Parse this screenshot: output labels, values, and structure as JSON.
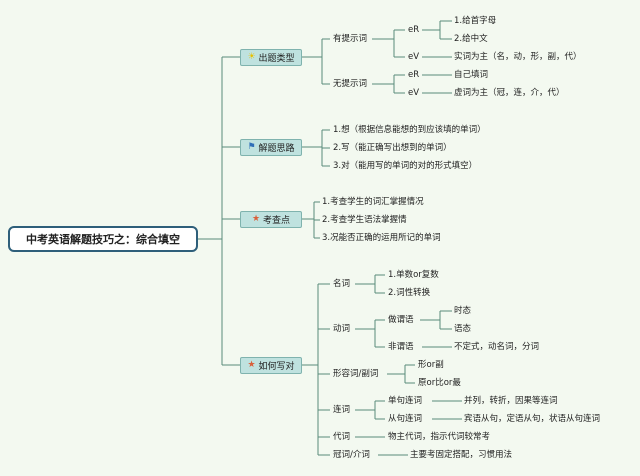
{
  "root": "中考英语解题技巧之：综合填空",
  "icons": {
    "c1": "sun-icon",
    "c2": "flag-icon",
    "c3": "star-icon",
    "c4": "star-icon"
  },
  "colors": {
    "line": "#5a8c7a",
    "cat_fill": "#bfe2df",
    "root_border": "#2e5f7a"
  },
  "categories": [
    {
      "label": "出题类型",
      "children": [
        {
          "label": "有提示词",
          "children": [
            {
              "label": "eR",
              "children": [
                {
                  "label": "1.给首字母"
                },
                {
                  "label": "2.给中文"
                }
              ]
            },
            {
              "label": "eV",
              "children": [
                {
                  "label": "实词为主（名，动，形，副，代）"
                }
              ]
            }
          ]
        },
        {
          "label": "无提示词",
          "children": [
            {
              "label": "eR",
              "children": [
                {
                  "label": "自己填词"
                }
              ]
            },
            {
              "label": "eV",
              "children": [
                {
                  "label": "虚词为主（冠，连，介，代）"
                }
              ]
            }
          ]
        }
      ]
    },
    {
      "label": "解题思路",
      "children": [
        {
          "label": "1.想（根据信息能想的到应该填的单词）"
        },
        {
          "label": "2.写（能正确写出想到的单词）"
        },
        {
          "label": "3.对（能用写的单词的对的形式填空）"
        }
      ]
    },
    {
      "label": "考查点",
      "children": [
        {
          "label": "1.考查学生的词汇掌握情况"
        },
        {
          "label": "2.考查学生语法掌握情"
        },
        {
          "label": "3.况能否正确的运用所记的单词"
        }
      ]
    },
    {
      "label": "如何写对",
      "children": [
        {
          "label": "名词",
          "children": [
            {
              "label": "1.单数or复数"
            },
            {
              "label": "2.词性转换"
            }
          ]
        },
        {
          "label": "动词",
          "children": [
            {
              "label": "做谓语",
              "children": [
                {
                  "label": "时态"
                },
                {
                  "label": "语态"
                }
              ]
            },
            {
              "label": "非谓语",
              "children": [
                {
                  "label": "不定式，动名词，分词"
                }
              ]
            }
          ]
        },
        {
          "label": "形容词/副词",
          "children": [
            {
              "label": "形or副"
            },
            {
              "label": "原or比or最"
            }
          ]
        },
        {
          "label": "连词",
          "children": [
            {
              "label": "单句连词",
              "children": [
                {
                  "label": "并列，转折，因果等连词"
                }
              ]
            },
            {
              "label": "从句连词",
              "children": [
                {
                  "label": "宾语从句，定语从句，状语从句连词"
                }
              ]
            }
          ]
        },
        {
          "label": "代词",
          "children": [
            {
              "label": "物主代词，指示代词较常考"
            }
          ]
        },
        {
          "label": "冠词/介词",
          "children": [
            {
              "label": "主要考固定搭配，习惯用法"
            }
          ]
        }
      ]
    }
  ]
}
